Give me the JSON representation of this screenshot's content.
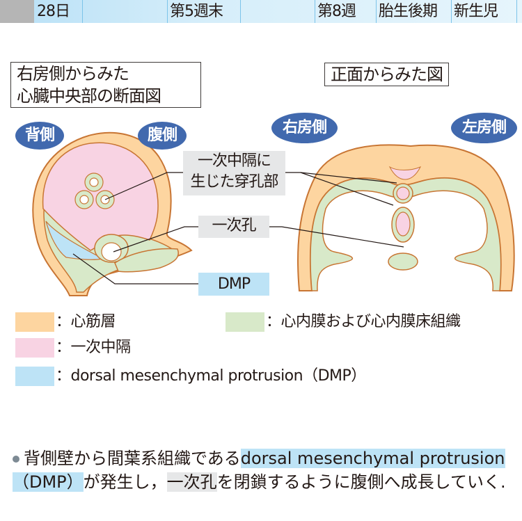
{
  "timeline": {
    "cells": [
      "28日",
      "第5週末",
      "第8週",
      "胎生後期",
      "新生児"
    ]
  },
  "left_panel": {
    "title_line1": "右房側からみた",
    "title_line2": "心臓中央部の断面図",
    "pill_dorsal": "背側",
    "pill_ventral": "腹側"
  },
  "right_panel": {
    "title": "正面からみた図",
    "pill_right_atrium": "右房側",
    "pill_left_atrium": "左房側"
  },
  "callouts": {
    "perforations_line1": "一次中隔に",
    "perforations_line2": "生じた穿孔部",
    "ostium_primum": "一次孔",
    "dmp": "DMP"
  },
  "legend": [
    {
      "color": "#fdd5a0",
      "label": "：心筋層"
    },
    {
      "color": "#d8e9c9",
      "label": "：心内膜および心内膜床組織"
    },
    {
      "color": "#f8d3e3",
      "label": "：一次中隔"
    },
    {
      "color": "#bde3f6",
      "label": "：dorsal mesenchymal protrusion（DMP）"
    }
  ],
  "colors": {
    "myocardium": "#fdd5a0",
    "endocardium": "#d8e9c9",
    "septum": "#f8d3e3",
    "dmp": "#bde3f6",
    "outline": "#c87533",
    "pill": "#4169ae"
  },
  "note": {
    "part1": "背側壁から間葉系組織である",
    "part2_highlight": "dorsal mesenchymal protrusion（DMP）",
    "part3": "が発生し，",
    "part4_highlight": "一次孔",
    "part5": "を閉鎖するように腹側へ成長していく."
  }
}
